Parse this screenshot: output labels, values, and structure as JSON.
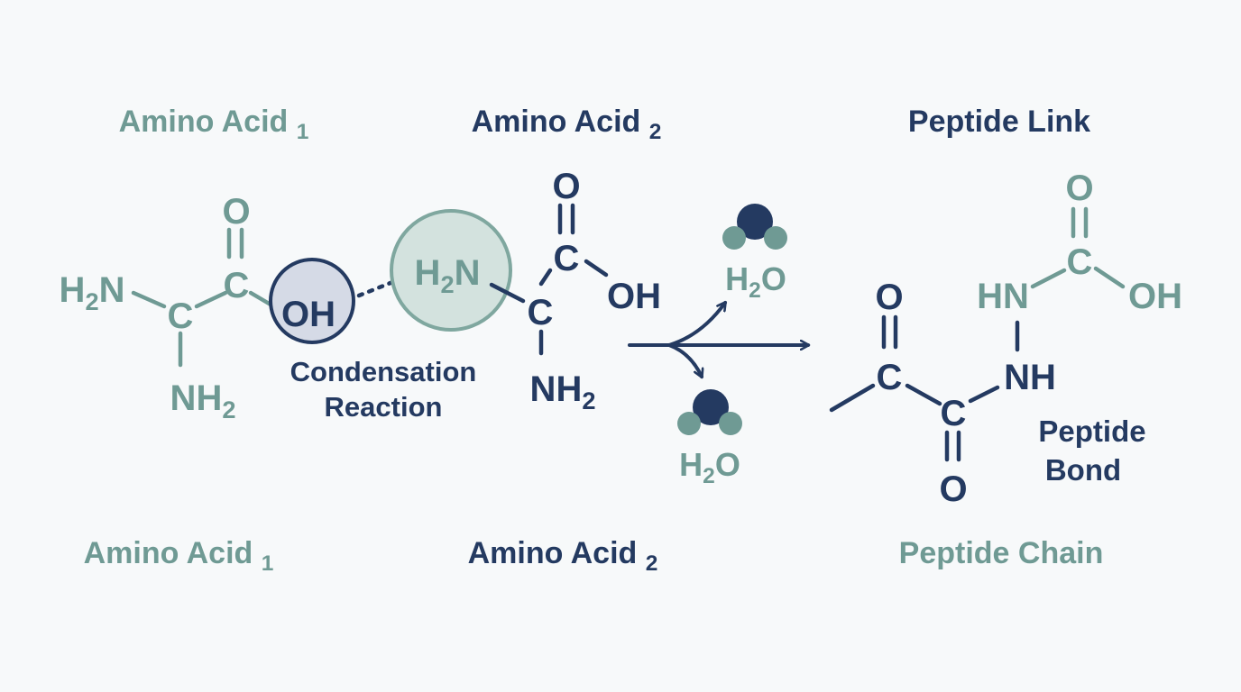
{
  "colors": {
    "teal": "#6f9a94",
    "navy": "#243a61",
    "highlight_navy_fill": "#d5dae6",
    "highlight_teal_fill": "#d3e2de",
    "background": "#f7f9fa"
  },
  "headers": {
    "amino_acid_1_top": "Amino Acid 1",
    "amino_acid_2_top": "Amino Acid 2",
    "peptide_link": "Peptide Link",
    "amino_acid_1_bottom": "Amino Acid 1",
    "amino_acid_2_bottom": "Amino Acid 2",
    "peptide_chain": "Peptide Chain"
  },
  "amino_acid_1": {
    "amine": "H2N",
    "carbon_alpha": "C",
    "carbon_carboxyl": "C",
    "oxygen": "O",
    "side_group": "NH2",
    "hydroxyl": "OH"
  },
  "amino_acid_2": {
    "amine": "H2N",
    "carbon_alpha": "C",
    "carbon_carboxyl": "C",
    "oxygen": "O",
    "hydroxyl": "OH",
    "side_group": "NH2"
  },
  "reaction": {
    "label_line1": "Condensation",
    "label_line2": "Reaction",
    "water_top": "H2O",
    "water_bottom": "H2O"
  },
  "peptide": {
    "oxygen_left": "O",
    "carbon_left": "C",
    "carbon_center": "C",
    "oxygen_bottom": "O",
    "nh": "NH",
    "hn": "HN",
    "carbon_top": "C",
    "oxygen_top": "O",
    "hydroxyl": "OH",
    "bond_label_line1": "Peptide",
    "bond_label_line2": "Bond"
  }
}
